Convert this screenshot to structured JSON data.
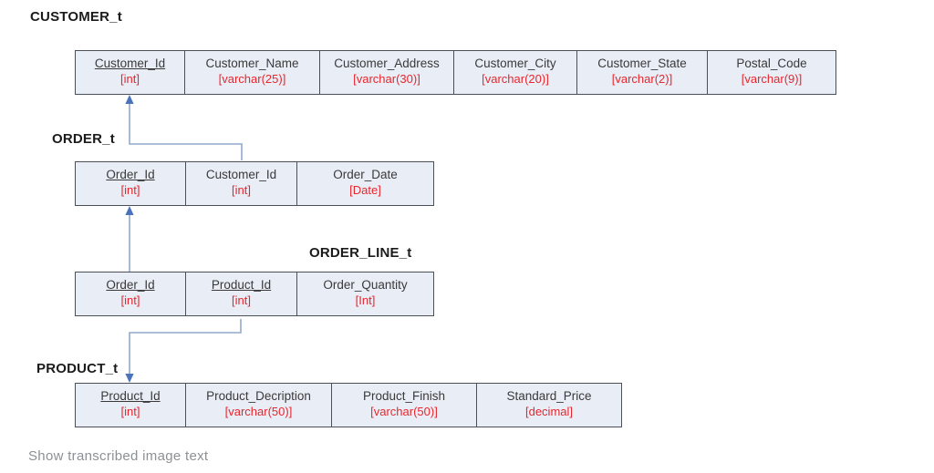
{
  "page": {
    "background": "#ffffff",
    "footer_link": "Show transcribed image text"
  },
  "diagram": {
    "connector_line_color": "#92a8cc",
    "arrowhead_color": "#4a73bc",
    "cell_background": "#e9edf6",
    "cell_border_color": "#4a4f58",
    "column_name_color": "#3a3a3a",
    "column_type_color": "#e8262d",
    "tables": [
      {
        "title": "CUSTOMER_t",
        "columns": [
          {
            "name": "Customer_Id",
            "type": "[int]",
            "pk": true
          },
          {
            "name": "Customer_Name",
            "type": "[varchar(25)]",
            "pk": false
          },
          {
            "name": "Customer_Address",
            "type": "[varchar(30)]",
            "pk": false
          },
          {
            "name": "Customer_City",
            "type": "[varchar(20)]",
            "pk": false
          },
          {
            "name": "Customer_State",
            "type": "[varchar(2)]",
            "pk": false
          },
          {
            "name": "Postal_Code",
            "type": "[varchar(9)]",
            "pk": false
          }
        ]
      },
      {
        "title": "ORDER_t",
        "columns": [
          {
            "name": "Order_Id",
            "type": "[int]",
            "pk": true
          },
          {
            "name": "Customer_Id",
            "type": "[int]",
            "pk": false
          },
          {
            "name": "Order_Date",
            "type": "[Date]",
            "pk": false
          }
        ]
      },
      {
        "title": "ORDER_LINE_t",
        "columns": [
          {
            "name": "Order_Id",
            "type": "[int]",
            "pk": true
          },
          {
            "name": "Product_Id",
            "type": "[int]",
            "pk": true
          },
          {
            "name": "Order_Quantity",
            "type": "[Int]",
            "pk": false
          }
        ]
      },
      {
        "title": "PRODUCT_t",
        "columns": [
          {
            "name": "Product_Id",
            "type": "[int]",
            "pk": true
          },
          {
            "name": "Product_Decription",
            "type": "[varchar(50)]",
            "pk": false
          },
          {
            "name": "Product_Finish",
            "type": "[varchar(50)]",
            "pk": false
          },
          {
            "name": "Standard_Price",
            "type": "[decimal]",
            "pk": false
          }
        ]
      }
    ],
    "relationships": [
      {
        "from": "ORDER_t.Customer_Id",
        "to": "CUSTOMER_t.Customer_Id"
      },
      {
        "from": "ORDER_LINE_t.Order_Id",
        "to": "ORDER_t.Order_Id"
      },
      {
        "from": "ORDER_LINE_t.Product_Id",
        "to": "PRODUCT_t.Product_Id"
      }
    ]
  }
}
